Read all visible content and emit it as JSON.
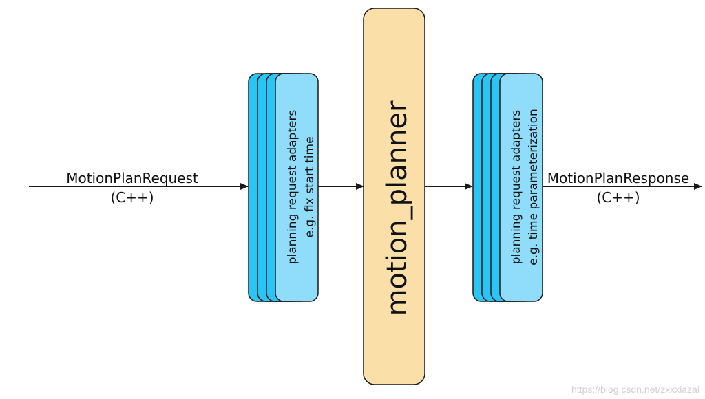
{
  "diagram": {
    "request": {
      "name": "MotionPlanRequest",
      "lang": "(C++)"
    },
    "response": {
      "name": "MotionPlanResponse",
      "lang": "(C++)"
    },
    "pre_adapters": {
      "line1": "planning request adapters",
      "line2": "e.g. fix start time"
    },
    "planner": {
      "label": "motion_planner"
    },
    "post_adapters": {
      "line1": "planning request adapters",
      "line2": "e.g. time parameterization"
    }
  },
  "colors": {
    "adapter_back": "#29C6F5",
    "adapter_front": "#8FDDFA",
    "planner_fill": "#FADFA8",
    "stroke": "#1a1a1a"
  },
  "watermark": "https://blog.csdn.net/zxxxiazai"
}
